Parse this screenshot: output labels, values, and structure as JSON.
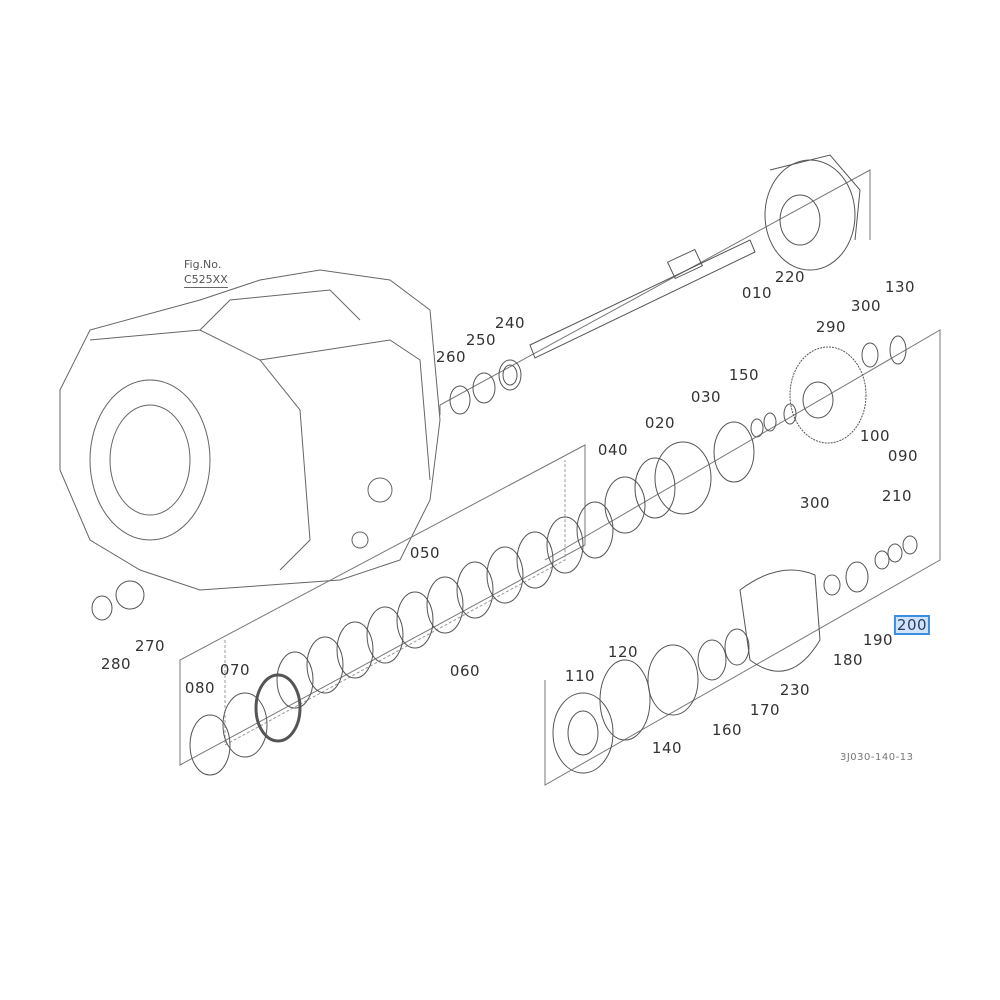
{
  "figure": {
    "label": "Fig.No.",
    "number": "C525XX",
    "code": "3J030-140-13"
  },
  "selected_part": "200",
  "parts": [
    "010",
    "220",
    "240",
    "250",
    "260",
    "130",
    "300",
    "290",
    "150",
    "030",
    "020",
    "040",
    "300",
    "100",
    "090",
    "210",
    "200",
    "190",
    "180",
    "230",
    "170",
    "160",
    "140",
    "120",
    "110",
    "050",
    "060",
    "070",
    "080",
    "280",
    "270"
  ],
  "colors": {
    "line": "#555555",
    "highlight": "#3a8de0",
    "highlight_bg": "#cfe3fb"
  }
}
